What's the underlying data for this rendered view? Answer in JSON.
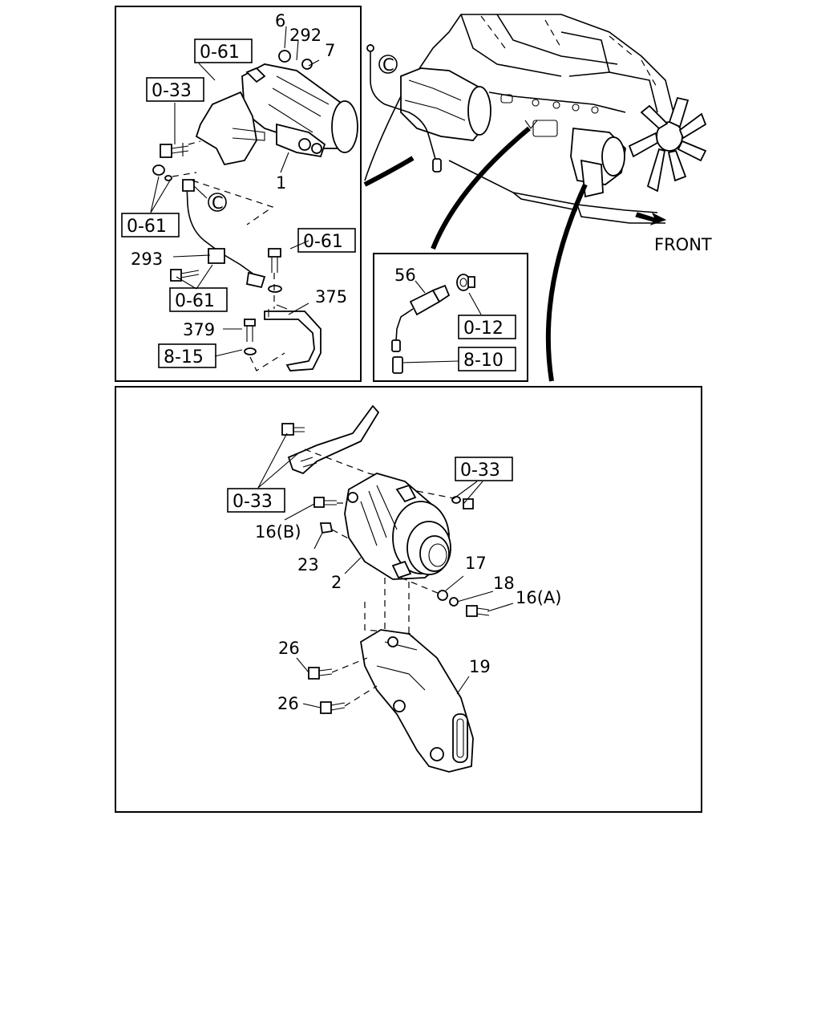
{
  "top_left_panel": {
    "callouts": [
      "6",
      "292",
      "7",
      "1",
      "293",
      "375",
      "379"
    ],
    "refs": [
      "0-61",
      "0-33",
      "0-61",
      "0-61",
      "0-61",
      "8-15"
    ],
    "circle_c": "C"
  },
  "engine_view": {
    "circle_c": "C",
    "front_label": "FRONT"
  },
  "sensor_panel": {
    "callouts": [
      "56"
    ],
    "refs": [
      "0-12",
      "8-10"
    ]
  },
  "alternator_panel": {
    "callouts": [
      "16(B)",
      "23",
      "2",
      "17",
      "18",
      "16(A)",
      "26",
      "26",
      "19"
    ],
    "refs": [
      "0-33",
      "0-33"
    ]
  }
}
